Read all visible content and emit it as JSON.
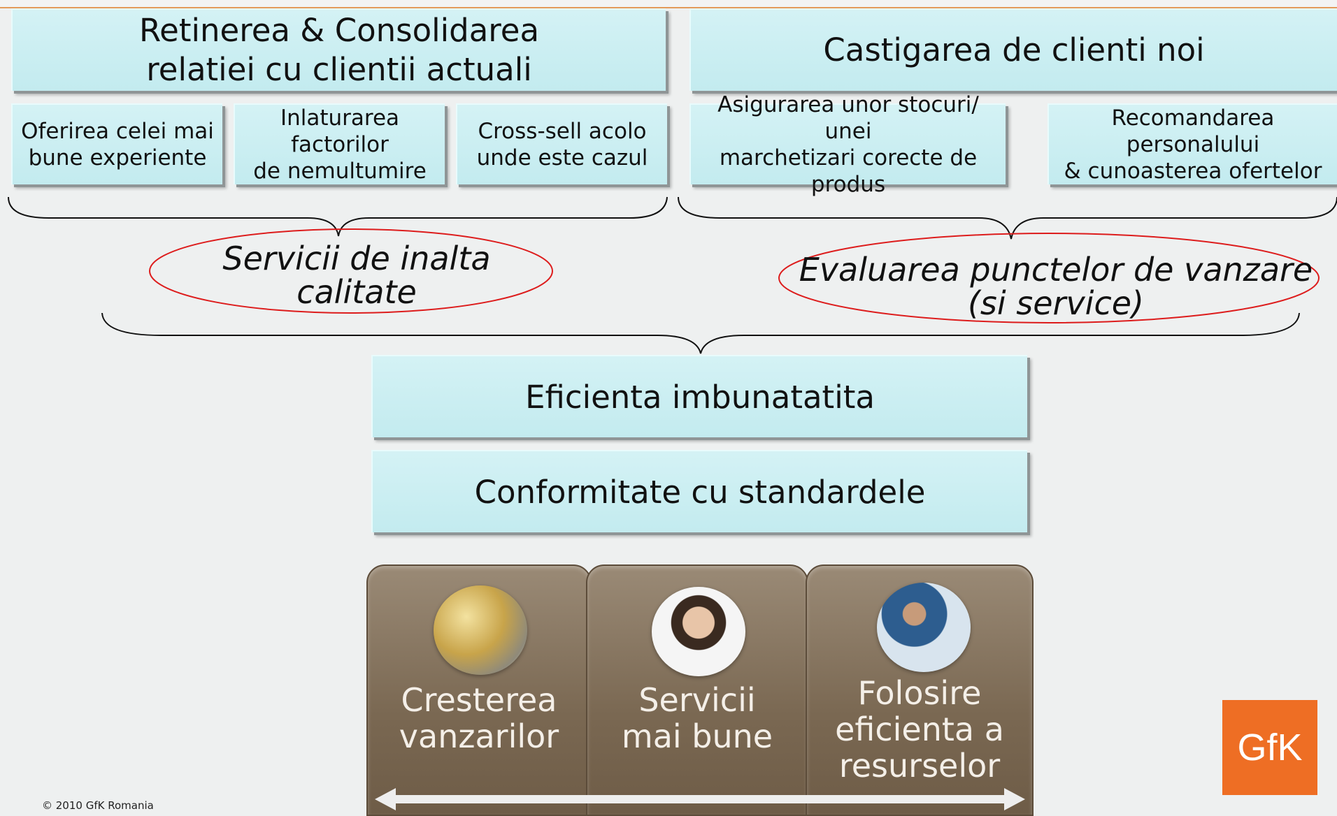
{
  "top_left_header": "Retinerea & Consolidarea\nrelatiei cu clientii actuali",
  "top_right_header": "Castigarea de clienti noi",
  "sub_items": [
    "Oferirea celei mai\nbune experiente",
    "Inlaturarea factorilor\nde nemultumire",
    "Cross-sell acolo\nunde  este cazul",
    "Asigurarea unor stocuri/ unei\nmarchetizari corecte de produs",
    "Recomandarea personalului\n& cunoasterea ofertelor"
  ],
  "left_tag": "Servicii  de inalta\ncalitate",
  "right_tag": "Evaluarea punctelor de vanzare\n(si service)",
  "efficiency": {
    "word": "Eficienta",
    "rest": " imbunatatita"
  },
  "conformity": {
    "word": "Conformitate",
    "rest": " cu standardele"
  },
  "outcomes": [
    {
      "label": "Cresterea\nvanzarilor",
      "icon": "coins-photo-icon"
    },
    {
      "label": "Servicii\nmai bune",
      "icon": "call-agent-photo-icon"
    },
    {
      "label": "Folosire\neficienta a\nresurselor",
      "icon": "team-photo-icon"
    }
  ],
  "logo": "GfK",
  "copyright": "© 2010 GfK Romania",
  "colors": {
    "box": "#c6ecf0",
    "panel": "#7d6b55",
    "ellipse": "#dd1c1c",
    "logo": "#ee6e24"
  }
}
